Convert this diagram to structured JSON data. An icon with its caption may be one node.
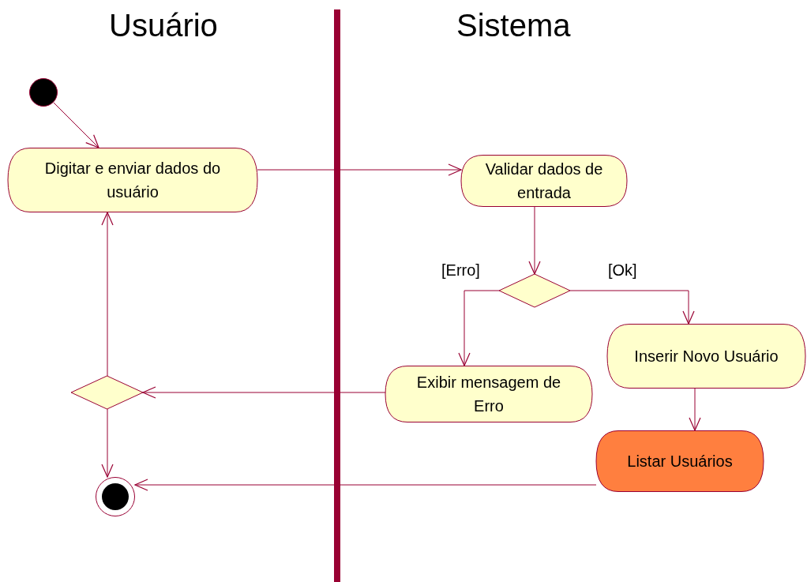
{
  "diagram": {
    "nodes": [
      {
        "text": [],
        "shape": "circle"
      },
      {
        "text": [
          "Digitar e enviar dados do usuário"
        ]
      },
      {
        "text": [
          "Validar dados de entrada"
        ]
      },
      {
        "text": [],
        "shape": "diamond"
      },
      {
        "text": [
          "Exibir mensagem de Erro"
        ]
      },
      {
        "text": [
          "Inserir Novo Usuário"
        ]
      },
      {
        "text": [
          "Listar Usuários"
        ]
      },
      {
        "text": [],
        "shape": "diamond"
      },
      {
        "text": [],
        "shape": "circle"
      }
    ],
    "edges": [
      {
        "from": 0,
        "to": 1,
        "arrow": "to"
      },
      {
        "from": 1,
        "to": 2,
        "arrow": "to"
      },
      {
        "from": 2,
        "to": 3,
        "arrow": "to"
      },
      {
        "from": 3,
        "to": 4,
        "arrow": "to",
        "label": "[Erro]"
      },
      {
        "from": 3,
        "to": 5,
        "arrow": "to",
        "label": "[Ok]"
      },
      {
        "from": 4,
        "to": 7,
        "arrow": "to"
      },
      {
        "from": 7,
        "to": 1,
        "arrow": "to"
      },
      {
        "from": 7,
        "to": 8,
        "arrow": "to"
      },
      {
        "from": 5,
        "to": 6,
        "arrow": "to"
      },
      {
        "from": 6,
        "to": 8,
        "arrow": "to"
      }
    ],
    "labels": [
      "Usuário",
      "Sistema"
    ]
  }
}
